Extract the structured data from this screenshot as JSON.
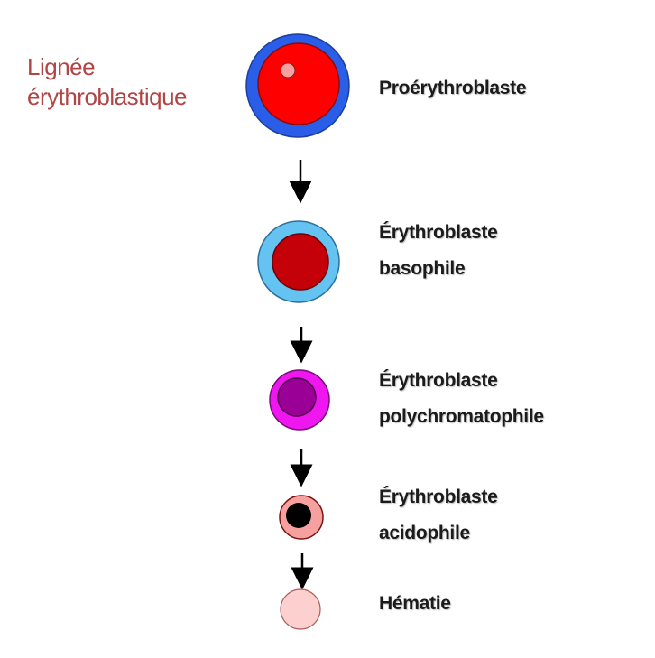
{
  "title": {
    "line1": "Lignée",
    "line2": "érythroblastique"
  },
  "stages": [
    {
      "label_lines": [
        "Proérythroblaste"
      ]
    },
    {
      "label_lines": [
        "Érythroblaste",
        "basophile"
      ]
    },
    {
      "label_lines": [
        "Érythroblaste",
        "polychromatophile"
      ]
    },
    {
      "label_lines": [
        "Érythroblaste",
        "acidophile"
      ]
    },
    {
      "label_lines": [
        "Hématie"
      ]
    }
  ],
  "colors": {
    "title": "#b04545",
    "proerythroblast_cytoplasm": "#2b5ee8",
    "proerythroblast_nucleus": "#ff0000",
    "proerythroblast_nucleolus": "#f7a0a0",
    "basophile_cytoplasm": "#64c3f0",
    "basophile_nucleus": "#c40008",
    "polychromatophile_cytoplasm": "#ef16ef",
    "polychromatophile_nucleus": "#9a0095",
    "acidophile_cytoplasm": "#f7a0a0",
    "acidophile_nucleus": "#000000",
    "hematie": "#fdd0d0",
    "arrow": "#000000"
  }
}
